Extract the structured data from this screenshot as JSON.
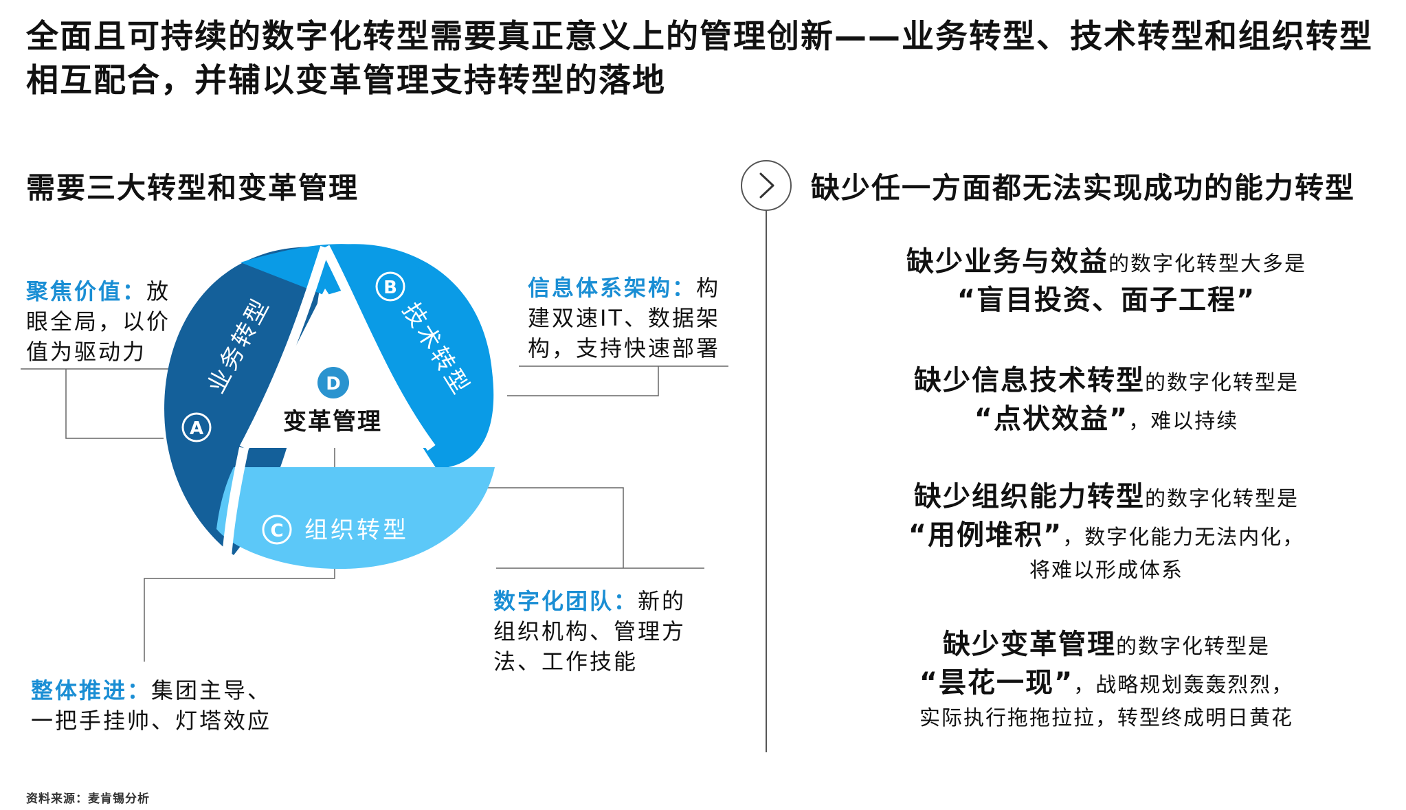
{
  "title": "全面且可持续的数字化转型需要真正意义上的管理创新——业务转型、技术转型和组织转型相互配合，并辅以变革管理支持转型的落地",
  "left_heading": "需要三大转型和变革管理",
  "right_heading": "缺少任一方面都无法实现成功的能力转型",
  "cycle": {
    "a": {
      "badge": "A",
      "label": "业务转型",
      "color": "#14609a"
    },
    "b": {
      "badge": "B",
      "label": "技术转型",
      "color": "#0a9be6"
    },
    "c": {
      "badge": "C",
      "label": "组织转型",
      "color": "#5cc8f8"
    },
    "d": {
      "badge": "D",
      "label": "变革管理",
      "badge_color": "#2a93cf"
    }
  },
  "callouts": {
    "value": {
      "head": "聚焦价值：",
      "line1_tail": "放",
      "line2": "眼全局，以价",
      "line3": "值为驱动力"
    },
    "info": {
      "head": "信息体系架构：",
      "line1_tail": "构",
      "line2": "建双速IT、数据架",
      "line3": "构，支持快速部署"
    },
    "team": {
      "head": "数字化团队：",
      "line1_tail": "新的",
      "line2": "组织机构、管理方",
      "line3": "法、工作技能"
    },
    "whole": {
      "head": "整体推进：",
      "line1_tail": "集团主导、",
      "line2": "一把手挂帅、灯塔效应"
    }
  },
  "right_blocks": [
    {
      "bold": "缺少业务与效益",
      "tail": "的数字化转型大多是",
      "quote": "“盲目投资、面子工程”",
      "quote_tail": "",
      "line3": ""
    },
    {
      "bold": "缺少信息技术转型",
      "tail": "的数字化转型是",
      "quote": "“点状效益”",
      "quote_tail": "，难以持续",
      "line3": ""
    },
    {
      "bold": "缺少组织能力转型",
      "tail": "的数字化转型是",
      "quote": "“用例堆积”",
      "quote_tail": "，数字化能力无法内化，",
      "line3": "将难以形成体系"
    },
    {
      "bold": "缺少变革管理",
      "tail": "的数字化转型是",
      "quote": "“昙花一现”",
      "quote_tail": "，战略规划轰轰烈烈，",
      "line3": "实际执行拖拖拉拉，转型终成明日黄花"
    }
  ],
  "icons": {
    "divider": "chevron-right-icon"
  },
  "source": "资料来源：麦肯锡分析"
}
